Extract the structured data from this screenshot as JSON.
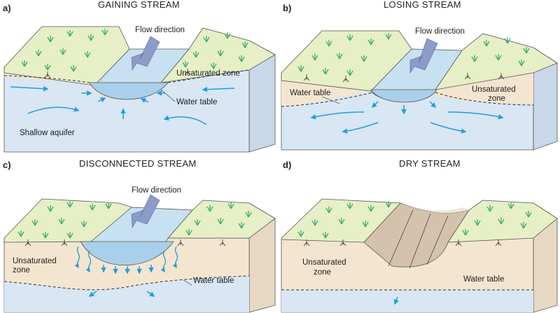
{
  "panels": [
    {
      "letter": "a)",
      "title": "GAINING STREAM",
      "labels": {
        "flow": "Flow direction",
        "unsaturated": "Unsaturated zone",
        "water_table": "Water table",
        "aquifer": "Shallow aquifer"
      }
    },
    {
      "letter": "b)",
      "title": "LOSING STREAM",
      "labels": {
        "flow": "Flow direction",
        "water_table": "Water table",
        "unsaturated_1": "Unsaturated",
        "unsaturated_2": "zone"
      }
    },
    {
      "letter": "c)",
      "title": "DISCONNECTED STREAM",
      "labels": {
        "flow": "Flow direction",
        "unsaturated_1": "Unsaturated",
        "unsaturated_2": "zone",
        "water_table": "Water table"
      }
    },
    {
      "letter": "d)",
      "title": "DRY STREAM",
      "labels": {
        "unsaturated_1": "Unsaturated",
        "unsaturated_2": "zone",
        "water_table": "Water table"
      }
    }
  ],
  "colors": {
    "grass": "#e6efc6",
    "unsaturated": "#f3e5cf",
    "aquifer": "#d9e6f3",
    "side": "#c9d8e8",
    "water": "#c7e1f3",
    "channel_dry": "#d5c2ac",
    "arrow": "#1e9fe0",
    "flow_arrow": "#8c9bc8",
    "plant": "#3fae6e"
  },
  "icons": [
    "grass-tuft-icon",
    "root-icon",
    "flow-arrow-icon",
    "groundwater-arrow-icon",
    "seepage-arrow-icon"
  ]
}
